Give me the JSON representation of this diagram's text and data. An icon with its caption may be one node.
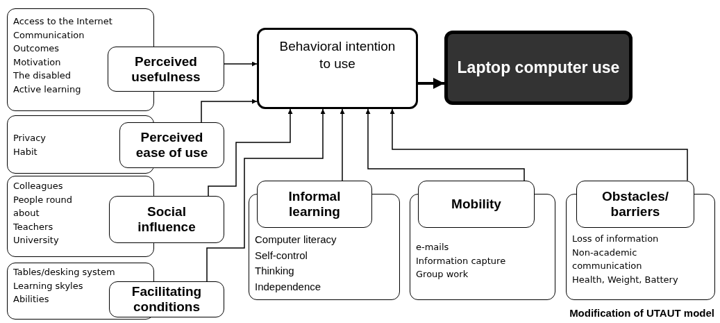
{
  "diagram": {
    "caption": "Modification of UTAUT model",
    "nodes": [
      {
        "text": [
          "Access to the Internet",
          "Communication",
          "Outcomes",
          "Motivation",
          "The disabled",
          "Active learning"
        ]
      },
      {
        "text": [
          "Perceived usefulness"
        ]
      },
      {
        "text": [
          "Privacy",
          "Habit"
        ]
      },
      {
        "text": [
          "Perceived ease of use"
        ]
      },
      {
        "text": [
          "Colleagues",
          "People round about",
          "Teachers",
          "University"
        ]
      },
      {
        "text": [
          "Social influence"
        ]
      },
      {
        "text": [
          "Tables/desking system",
          "Learning skyles",
          "Abilities"
        ]
      },
      {
        "text": [
          "Facilitating conditions"
        ]
      },
      {
        "text": [
          "Behavioral intention to use"
        ]
      },
      {
        "text": [
          "Laptop computer use"
        ]
      },
      {
        "text": [
          "Computer literacy",
          "Self-control",
          "Thinking",
          "Independence"
        ]
      },
      {
        "text": [
          "Informal learning"
        ]
      },
      {
        "text": [
          "e-mails",
          "Information capture",
          "Group work"
        ]
      },
      {
        "text": [
          "Mobility"
        ]
      },
      {
        "text": [
          "Loss of information",
          "Non-academic communication",
          "Health, Weight, Battery"
        ]
      },
      {
        "text": [
          "Obstacles/ barriers"
        ]
      }
    ],
    "edges": [
      {
        "from": 1,
        "to": 8,
        "arrow": "to"
      },
      {
        "from": 3,
        "to": 8,
        "arrow": "to"
      },
      {
        "from": 5,
        "to": 8,
        "arrow": "to"
      },
      {
        "from": 7,
        "to": 8,
        "arrow": "to"
      },
      {
        "from": 11,
        "to": 8,
        "arrow": "to"
      },
      {
        "from": 13,
        "to": 8,
        "arrow": "to"
      },
      {
        "from": 15,
        "to": 8,
        "arrow": "to"
      },
      {
        "from": 8,
        "to": 9,
        "arrow": "to",
        "style": "thick"
      }
    ]
  }
}
